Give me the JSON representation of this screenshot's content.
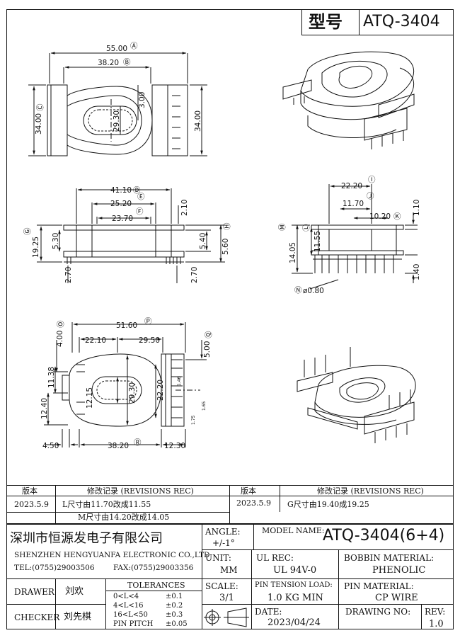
{
  "title_block_top": {
    "label": "型号",
    "model": "ATQ-3404"
  },
  "dimensions": {
    "view1": {
      "d55": "55.00",
      "lA": "Ⓐ",
      "d38": "38.20",
      "lB": "Ⓑ",
      "d34l": "34.00",
      "lC": "Ⓒ",
      "d34r": "34.00",
      "d3": "3.00",
      "d2930": "29.30"
    },
    "view2": {
      "d41": "41.10",
      "lD": "Ⓓ",
      "d2520": "25.20",
      "lE": "Ⓔ",
      "d2370": "23.70",
      "lF": "Ⓕ",
      "d210": "2.10",
      "d1925": "19.25",
      "lG": "Ⓖ",
      "d530": "5.30",
      "d540": "5.40",
      "d560": "5.60",
      "lH": "Ⓗ",
      "d270a": "2.70",
      "d270b": "2.70"
    },
    "view3": {
      "d2220": "22.20",
      "lI": "Ⓘ",
      "d1170": "11.70",
      "lJ": "Ⓙ",
      "d1020": "10.20",
      "lK": "Ⓚ",
      "d110": "1.10",
      "d1405": "14.05",
      "lM": "Ⓜ",
      "d1155": "11.55",
      "lL": "Ⓛ",
      "d140": "1.40",
      "lN": "Ⓝ",
      "dpin": "ø0.80"
    },
    "view4": {
      "d5160": "51.60",
      "lP": "Ⓟ",
      "d400": "4.00",
      "lO": "Ⓞ",
      "d2210": "22.10",
      "d2950": "29.50",
      "d500": "5.00",
      "lQ": "Ⓠ",
      "d1138": "11.38",
      "d1240": "12.40",
      "d1215": "12.15",
      "d2930b": "29.30",
      "d2220b": "22.20",
      "d450": "4.50",
      "d3820b": "38.20",
      "lR": "Ⓡ",
      "d1230": "12.30",
      "s146": "1.46",
      "s175": "1.75",
      "s165": "1.65"
    }
  },
  "revisions": {
    "left_header_version": "版本",
    "left_header_rec": "修改记录 (REVISIONS REC)",
    "right_header_version": "版本",
    "right_header_rec": "修改记录 (REVISIONS REC)",
    "row1_version": "2023.5.9",
    "row1_text": "L尺寸由11.70改成11.55",
    "row2_text": "M尺寸由14.20改成14.05",
    "right_row1_version": "2023.5.9",
    "right_row1_text": "G尺寸由19.40成19.25"
  },
  "title_block": {
    "company_cn": "深圳市恒源发电子有限公司",
    "company_en": "SHENZHEN HENGYUANFA ELECTRONIC CO.,LTD",
    "tel": "TEL:(0755)29003506",
    "fax": "FAX:(0755)29003356",
    "angle_label": "ANGLE:",
    "angle_value": "+/-1°",
    "model_name_label": "MODEL NAME:",
    "model_name_value": "ATQ-3404(6+4)",
    "unit_label": "UNIT:",
    "unit_value": "MM",
    "ul_rec_label": "UL REC:",
    "ul_rec_value": "UL 94V-0",
    "bobbin_label": "BOBBIN MATERIAL:",
    "bobbin_value": "PHENOLIC",
    "drawer_label": "DRAWER",
    "drawer_name": "刘欢",
    "checker_label": "CHECKER",
    "checker_name": "刘先棋",
    "tolerances_label": "TOLERANCES",
    "tol_rows": [
      {
        "range": "0<L<4",
        "value": "±0.1"
      },
      {
        "range": "4<L<16",
        "value": "±0.2"
      },
      {
        "range": "16<L<50",
        "value": "±0.3"
      },
      {
        "range": "PIN PITCH",
        "value": "±0.05"
      }
    ],
    "scale_label": "SCALE:",
    "scale_value": "3/1",
    "pin_tension_label": "PIN TENSION LOAD:",
    "pin_tension_value": "1.0 KG MIN",
    "pin_material_label": "PIN MATERIAL:",
    "pin_material_value": "CP WIRE",
    "date_label": "DATE:",
    "date_value": "2023/04/24",
    "drawing_no_label": "DRAWING NO:",
    "drawing_no_value": "",
    "rev_label": "REV:",
    "rev_value": "1.0"
  }
}
